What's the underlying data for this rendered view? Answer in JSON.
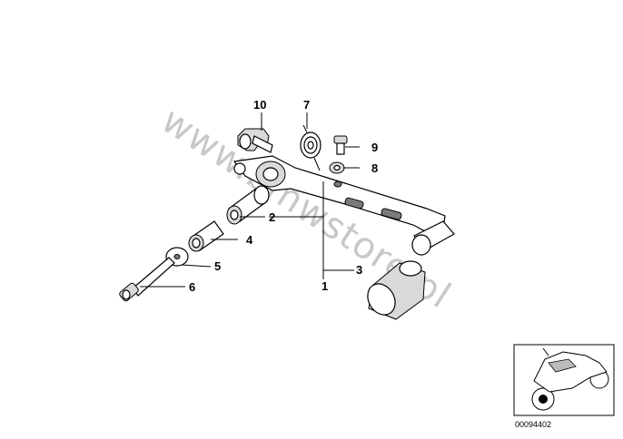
{
  "diagram": {
    "callouts": [
      {
        "id": "c1",
        "label": "1"
      },
      {
        "id": "c2",
        "label": "2"
      },
      {
        "id": "c3",
        "label": "3"
      },
      {
        "id": "c4",
        "label": "4"
      },
      {
        "id": "c5",
        "label": "5"
      },
      {
        "id": "c6",
        "label": "6"
      },
      {
        "id": "c7",
        "label": "7"
      },
      {
        "id": "c8",
        "label": "8"
      },
      {
        "id": "c9",
        "label": "9"
      },
      {
        "id": "c10",
        "label": "10"
      }
    ],
    "watermark": "www.bmwstore.pl",
    "doc_number": "00094402",
    "thumbnail_icon": "motorcycle-icon",
    "colors": {
      "line": "#000000",
      "watermark": "#c8c8c8",
      "shade": "#d9d9d9",
      "background": "#ffffff"
    }
  }
}
